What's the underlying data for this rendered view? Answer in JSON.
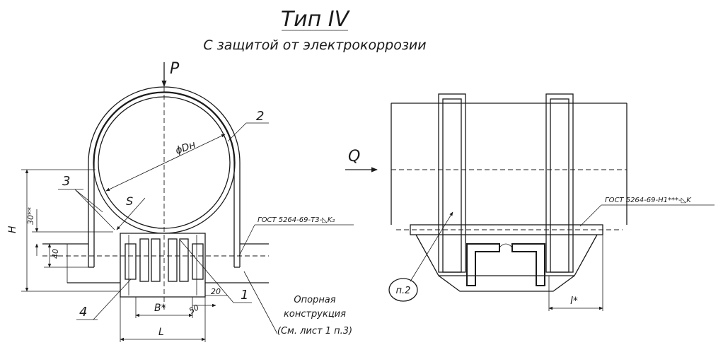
{
  "title": "Тип IV",
  "subtitle": "С защитой от электрокоррозии",
  "left_view": {
    "load_p": "P",
    "diameter": "ϕDн",
    "thickness": "S",
    "dim_h": "H",
    "dim_30": "30**",
    "dim_40": "40",
    "dim_b": "B*",
    "dim_l": "L",
    "dim_20": "20",
    "dim_50": "50",
    "weld_note": "ГОСТ 5264-69-Т3-◺K₂",
    "support_note_line1": "Опорная",
    "support_note_line2": "конструкция",
    "support_note_line3": "(См. лист 1 п.3)",
    "callouts": [
      "1",
      "2",
      "3",
      "4"
    ]
  },
  "right_view": {
    "load_q": "Q",
    "weld_note": "ГОСТ 5264-69-Н1***-◺K",
    "item_ref": "п.2",
    "dim_l_small": "l*"
  }
}
